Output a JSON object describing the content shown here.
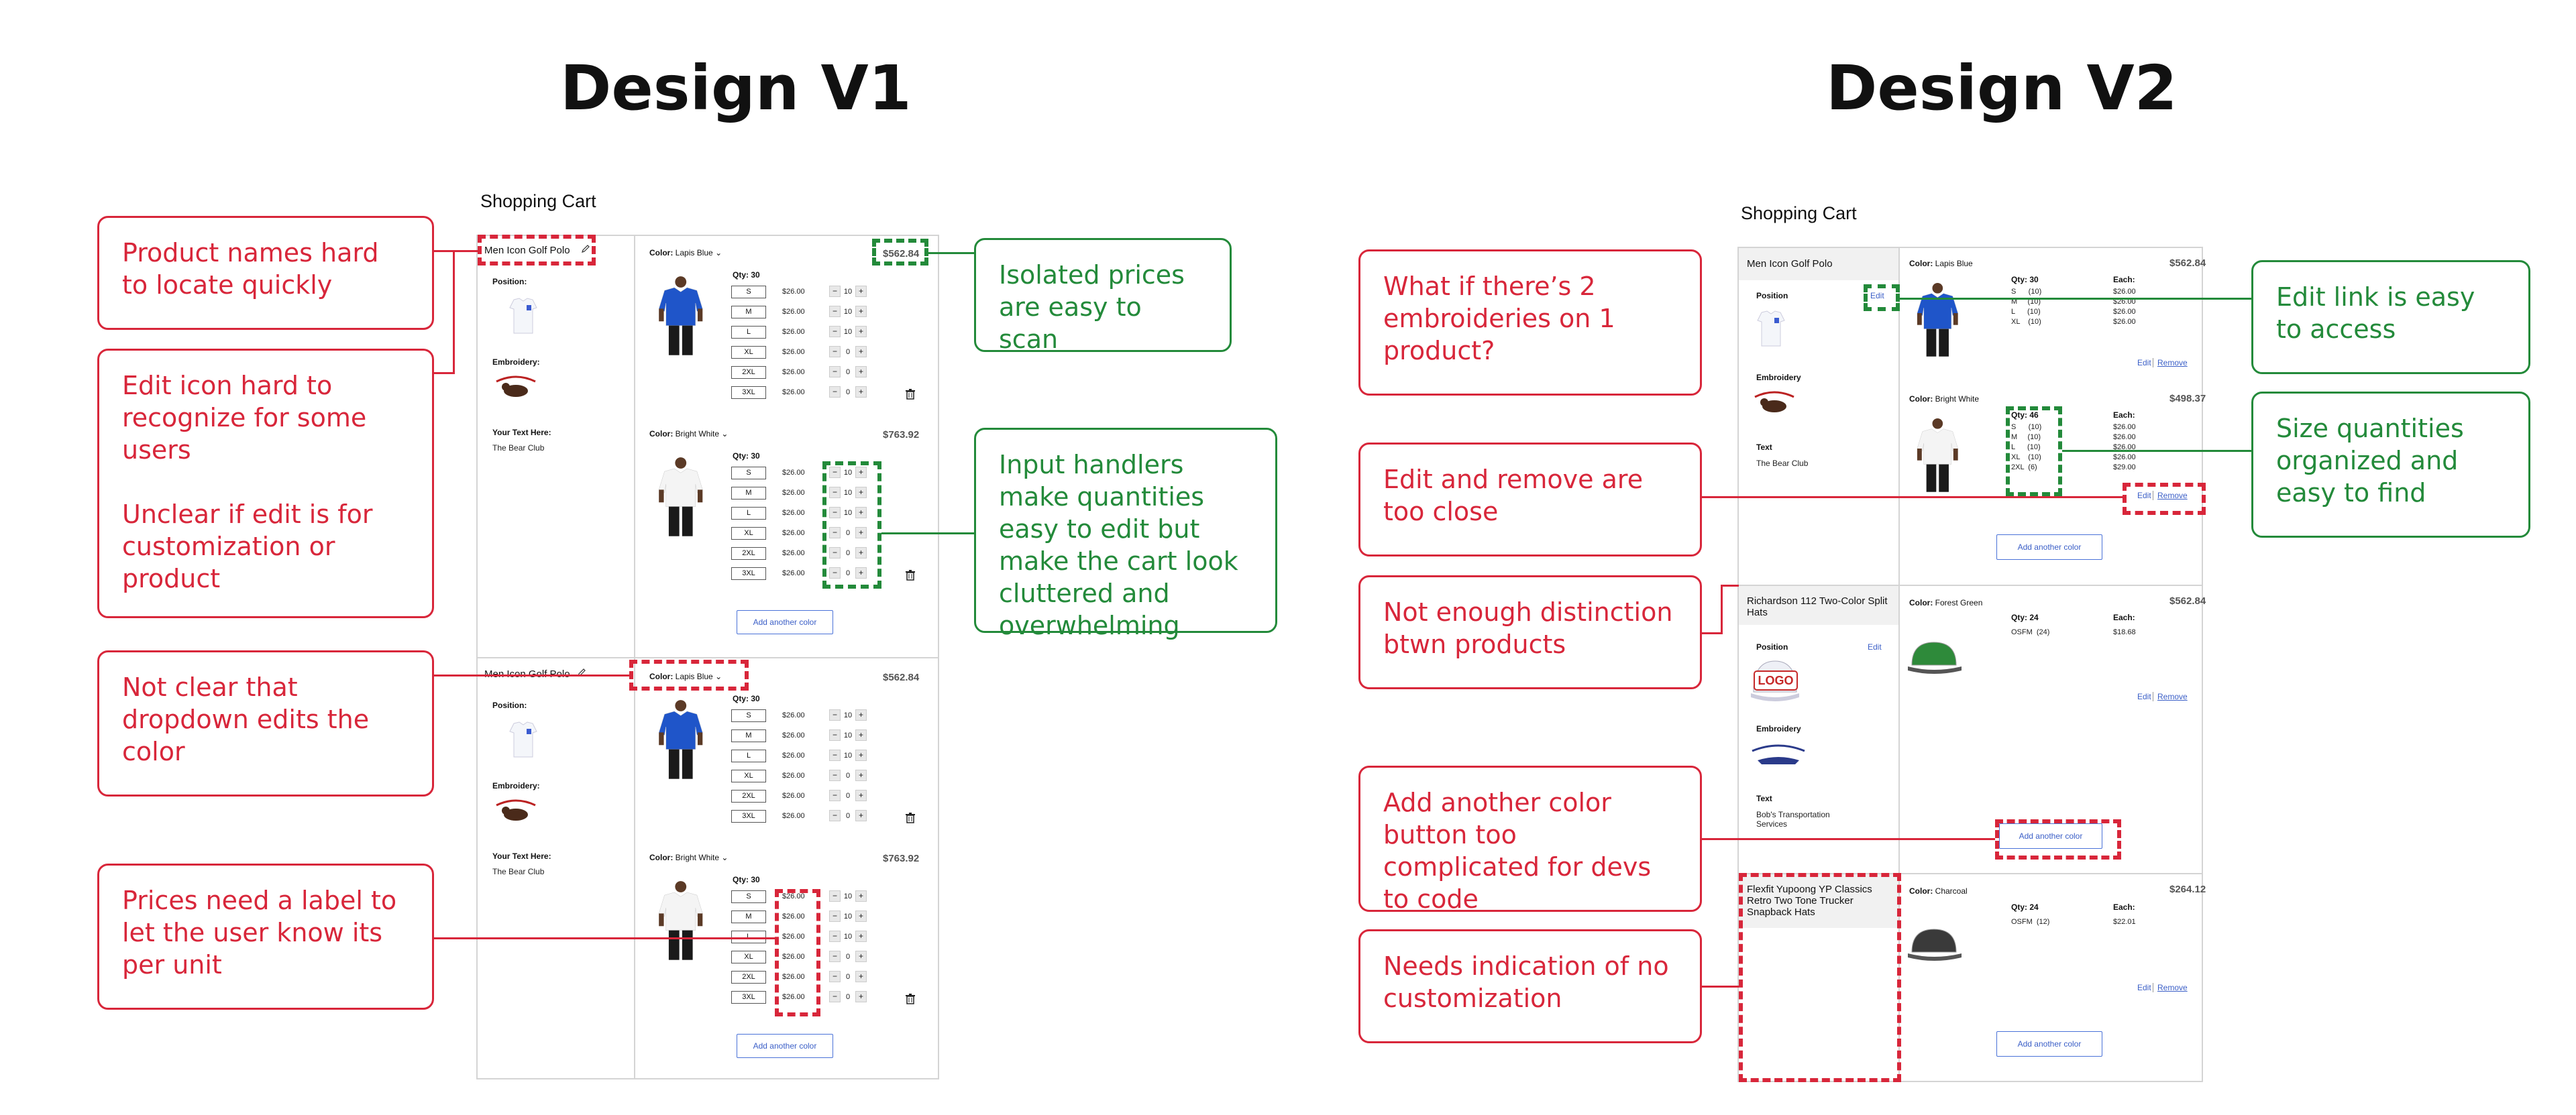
{
  "titles": {
    "v1": "Design V1",
    "v2": "Design V2"
  },
  "cart_title": "Shopping Cart",
  "v1": {
    "products": [
      {
        "name": "Men Icon Golf Polo",
        "position_label": "Position:",
        "embroidery_label": "Embroidery:",
        "text_label": "Your Text Here:",
        "text_value": "The Bear Club",
        "colors": [
          {
            "label": "Color:",
            "name": "Lapis Blue",
            "price": "$562.84",
            "qty": "Qty: 30",
            "rows": [
              [
                "S",
                "$26.00",
                "10"
              ],
              [
                "M",
                "$26.00",
                "10"
              ],
              [
                "L",
                "$26.00",
                "10"
              ],
              [
                "XL",
                "$26.00",
                "0"
              ],
              [
                "2XL",
                "$26.00",
                "0"
              ],
              [
                "3XL",
                "$26.00",
                "0"
              ]
            ]
          },
          {
            "label": "Color:",
            "name": "Bright White",
            "price": "$763.92",
            "qty": "Qty: 30",
            "rows": [
              [
                "S",
                "$26.00",
                "10"
              ],
              [
                "M",
                "$26.00",
                "10"
              ],
              [
                "L",
                "$26.00",
                "10"
              ],
              [
                "XL",
                "$26.00",
                "0"
              ],
              [
                "2XL",
                "$26.00",
                "0"
              ],
              [
                "3XL",
                "$26.00",
                "0"
              ]
            ]
          }
        ],
        "add_color": "Add another color"
      },
      {
        "name": "Men Icon Golf Polo",
        "position_label": "Position:",
        "embroidery_label": "Embroidery:",
        "text_label": "Your Text Here:",
        "text_value": "The Bear Club",
        "colors": [
          {
            "label": "Color:",
            "name": "Lapis Blue",
            "price": "$562.84",
            "qty": "Qty: 30",
            "rows": [
              [
                "S",
                "$26.00",
                "10"
              ],
              [
                "M",
                "$26.00",
                "10"
              ],
              [
                "L",
                "$26.00",
                "10"
              ],
              [
                "XL",
                "$26.00",
                "0"
              ],
              [
                "2XL",
                "$26.00",
                "0"
              ],
              [
                "3XL",
                "$26.00",
                "0"
              ]
            ]
          },
          {
            "label": "Color:",
            "name": "Bright White",
            "price": "$763.92",
            "qty": "Qty: 30",
            "rows": [
              [
                "S",
                "$26.00",
                "10"
              ],
              [
                "M",
                "$26.00",
                "10"
              ],
              [
                "L",
                "$26.00",
                "10"
              ],
              [
                "XL",
                "$26.00",
                "0"
              ],
              [
                "2XL",
                "$26.00",
                "0"
              ],
              [
                "3XL",
                "$26.00",
                "0"
              ]
            ]
          }
        ],
        "add_color": "Add another color"
      }
    ],
    "callouts": {
      "c1": "Product names hard to locate quickly",
      "c2a": "Edit icon hard to recognize for some users",
      "c2b": "Unclear if edit is for customization or product",
      "c3": "Not clear that dropdown edits the color",
      "c4": "Prices need a label to let the user know its per unit",
      "g1": "Isolated prices are easy to scan",
      "g2": "Input handlers make quantities easy to edit but make the cart look cluttered and overwhelming"
    }
  },
  "v2": {
    "products": [
      {
        "name": "Men Icon Golf Polo",
        "position_label": "Position",
        "edit": "Edit",
        "embroidery_label": "Embroidery",
        "text_label": "Text",
        "text_value": "The Bear Club",
        "colors": [
          {
            "label": "Color:",
            "name": "Lapis Blue",
            "price": "$562.84",
            "qty": "Qty: 30",
            "each": "Each:",
            "sizes": "S      (10)\nM     (10)\nL      (10)\nXL    (10)",
            "prices": "$26.00\n$26.00\n$26.00\n$26.00",
            "edit": "Edit",
            "remove": "Remove"
          },
          {
            "label": "Color:",
            "name": "Bright White",
            "price": "$498.37",
            "qty": "Qty: 46",
            "each": "Each:",
            "sizes": "S      (10)\nM     (10)\nL      (10)\nXL    (10)\n2XL  (6)",
            "prices": "$26.00\n$26.00\n$26.00\n$26.00\n$29.00",
            "edit": "Edit",
            "remove": "Remove"
          }
        ],
        "add_color": "Add another color"
      },
      {
        "name": "Richardson 112 Two-Color Split Hats",
        "position_label": "Position",
        "edit": "Edit",
        "embroidery_label": "Embroidery",
        "text_label": "Text",
        "text_value": "Bob's Transportation Services",
        "logo": "LOGO",
        "colors": [
          {
            "label": "Color:",
            "name": "Forest Green",
            "price": "$562.84",
            "qty": "Qty: 24",
            "each": "Each:",
            "sizes": "OSFM  (24)",
            "prices": "$18.68",
            "edit": "Edit",
            "remove": "Remove"
          }
        ],
        "add_color": "Add another color"
      },
      {
        "name": "Flexfit Yupoong YP Classics Retro Two Tone Trucker Snapback Hats",
        "colors": [
          {
            "label": "Color:",
            "name": "Charcoal",
            "price": "$264.12",
            "qty": "Qty: 24",
            "each": "Each:",
            "sizes": "OSFM  (12)",
            "prices": "$22.01",
            "edit": "Edit",
            "remove": "Remove"
          }
        ],
        "add_color": "Add another color"
      }
    ],
    "callouts": {
      "c1": "What if there’s 2 embroideries on 1 product?",
      "c2": "Edit and remove are too close",
      "c3": "Not enough distinction btwn products",
      "c4": "Add another color button too complicated for devs to code",
      "c5": "Needs indication of no customization",
      "g1": "Edit link is easy to access",
      "g2": "Size quantities organized and easy to find"
    }
  },
  "colors": {
    "red": "#d8263a",
    "green": "#238a3a",
    "blue_shirt": "#1f55c9",
    "link": "#3b5fc7"
  }
}
